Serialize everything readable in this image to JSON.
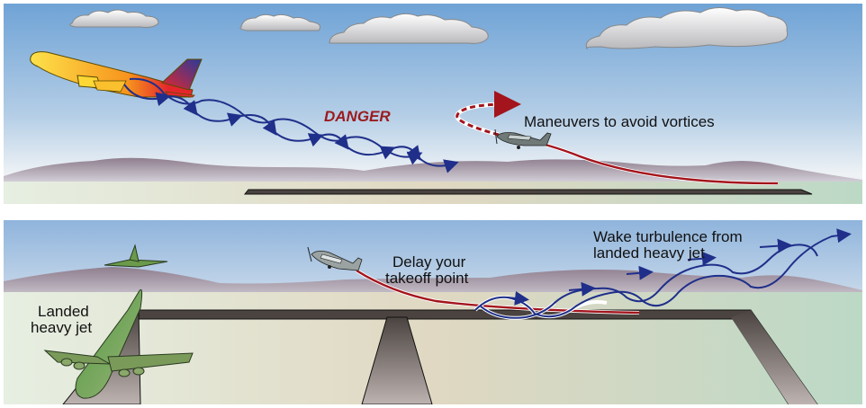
{
  "figure": {
    "title": "Wake turbulence avoidance",
    "panels": [
      {
        "id": "top",
        "labels": {
          "danger": "DANGER",
          "maneuver": "Maneuvers to avoid vortices"
        },
        "objects": [
          "heavy-jet-departing",
          "wake-vortices",
          "light-aircraft",
          "avoidance-path",
          "runway",
          "clouds",
          "hills"
        ]
      },
      {
        "id": "bottom",
        "labels": {
          "landed_jet_line1": "Landed",
          "landed_jet_line2": "heavy jet",
          "delay_line1": "Delay your",
          "delay_line2": "takeoff point",
          "wake_line1": "Wake turbulence from",
          "wake_line2": "landed heavy jet"
        },
        "objects": [
          "landed-heavy-jet",
          "light-aircraft",
          "takeoff-path",
          "wake-vortices",
          "runway",
          "taxiways",
          "hills"
        ]
      }
    ],
    "colors": {
      "sky_top": "#6fa3d6",
      "sky_bottom": "#eef2f5",
      "hill": "#8f7e8e",
      "ground_left": "#e6efe2",
      "ground_mid": "#e0d8c2",
      "ground_right": "#bcd9c6",
      "runway": "#4a4340",
      "vortex": "#1f2f8a",
      "path_red": "#a3141c",
      "danger_text": "#9b1b1e",
      "jet_orange": "#f7a21b",
      "jet_green": "#5f9a45"
    }
  }
}
